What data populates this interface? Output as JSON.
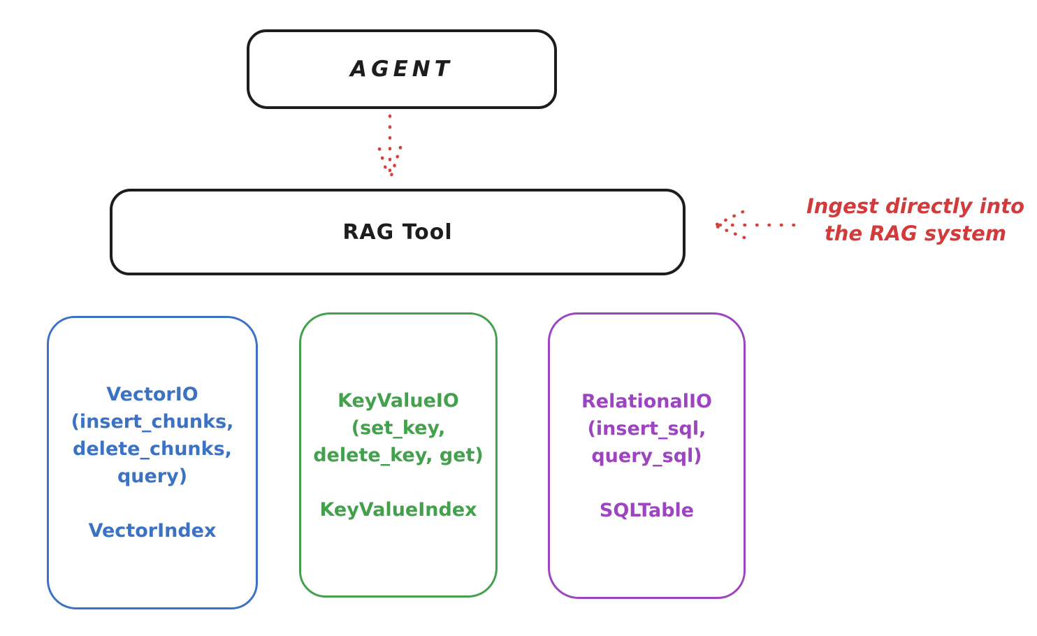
{
  "agent": {
    "label": "AGENT"
  },
  "rag_tool": {
    "label": "RAG Tool"
  },
  "annotation": {
    "text": "Ingest directly into\nthe RAG system",
    "color": "#d23b3b"
  },
  "arrows": {
    "agent_to_rag": {
      "style": "dotted",
      "direction": "down"
    },
    "ingest_into_rag": {
      "style": "dotted",
      "direction": "left"
    },
    "color": "#d5423d"
  },
  "backends": [
    {
      "title": "VectorIO\n(insert_chunks,\ndelete_chunks,\nquery)",
      "index_label": "VectorIndex",
      "color": "#3b72c4"
    },
    {
      "title": "KeyValueIO\n(set_key,\ndelete_key, get)",
      "index_label": "KeyValueIndex",
      "color": "#43a04c"
    },
    {
      "title": "RelationalIO\n(insert_sql,\nquery_sql)",
      "index_label": "SQLTable",
      "color": "#9d44c0"
    }
  ],
  "colors": {
    "node_stroke": "#1d1d1d",
    "background": "#ffffff"
  }
}
